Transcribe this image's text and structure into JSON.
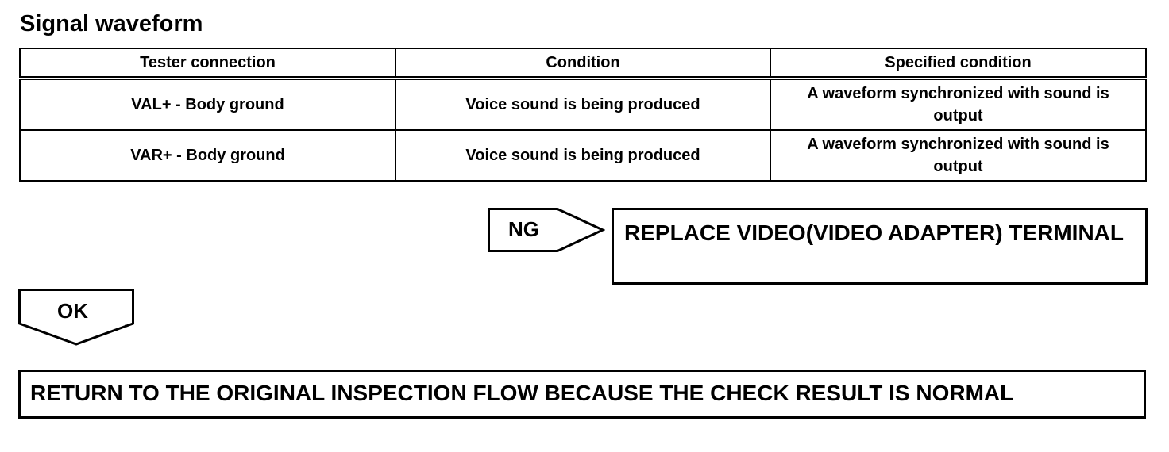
{
  "title": "Signal waveform",
  "table": {
    "headers": [
      "Tester connection",
      "Condition",
      "Specified condition"
    ],
    "rows": [
      [
        "VAL+ - Body ground",
        "Voice sound is being produced",
        "A waveform synchronized with sound is output"
      ],
      [
        "VAR+ - Body ground",
        "Voice sound is being produced",
        "A waveform synchronized with sound is output"
      ]
    ]
  },
  "flow": {
    "ng_label": "NG",
    "ng_action": "REPLACE VIDEO(VIDEO ADAPTER) TERMINAL",
    "ok_label": "OK",
    "ok_action": "RETURN TO THE ORIGINAL INSPECTION FLOW BECAUSE THE CHECK RESULT IS NORMAL"
  }
}
